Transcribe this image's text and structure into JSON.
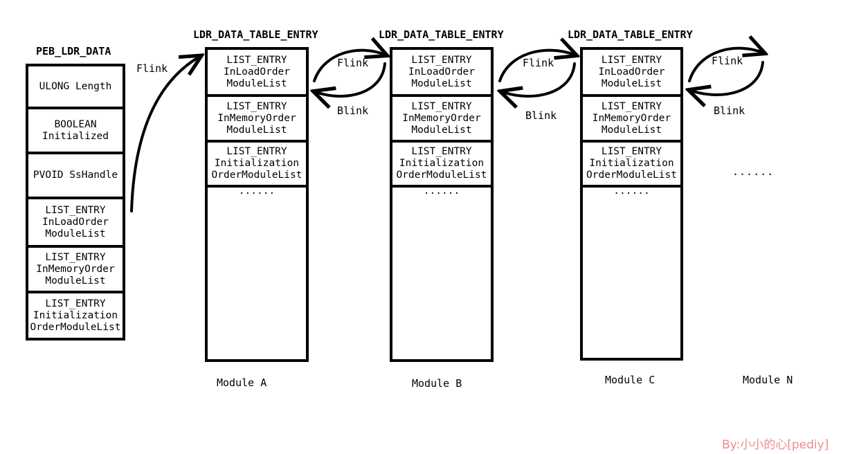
{
  "diagram": {
    "title_peb": "PEB_LDR_DATA",
    "entry_titles": [
      "LDR_DATA_TABLE_ENTRY",
      "LDR_DATA_TABLE_ENTRY",
      "LDR_DATA_TABLE_ENTRY"
    ],
    "peb_rows": [
      {
        "lines": [
          "ULONG Length"
        ]
      },
      {
        "lines": [
          "BOOLEAN",
          "Initialized"
        ]
      },
      {
        "lines": [
          "PVOID SsHandle"
        ]
      },
      {
        "lines": [
          "LIST_ENTRY",
          "InLoadOrder",
          "ModuleList"
        ]
      },
      {
        "lines": [
          "LIST_ENTRY",
          "InMemoryOrder",
          "ModuleList"
        ]
      },
      {
        "lines": [
          "LIST_ENTRY",
          "Initialization",
          "OrderModuleList"
        ]
      }
    ],
    "entry_rows": [
      {
        "lines": [
          "LIST_ENTRY",
          "InLoadOrder",
          "ModuleList"
        ]
      },
      {
        "lines": [
          "LIST_ENTRY",
          "InMemoryOrder",
          "ModuleList"
        ]
      },
      {
        "lines": [
          "LIST_ENTRY",
          "Initialization",
          "OrderModuleList"
        ]
      }
    ],
    "ellipsis": "······",
    "link_labels": {
      "flink": "Flink",
      "blink": "Blink"
    },
    "first_link_label": "Flink",
    "module_labels": [
      "Module A",
      "Module B",
      "Module C",
      "Module N"
    ],
    "watermark": "By:小小的心[pediy]",
    "colors": {
      "line": "#000000",
      "background": "#ffffff",
      "watermark": "#f08a8a"
    }
  }
}
